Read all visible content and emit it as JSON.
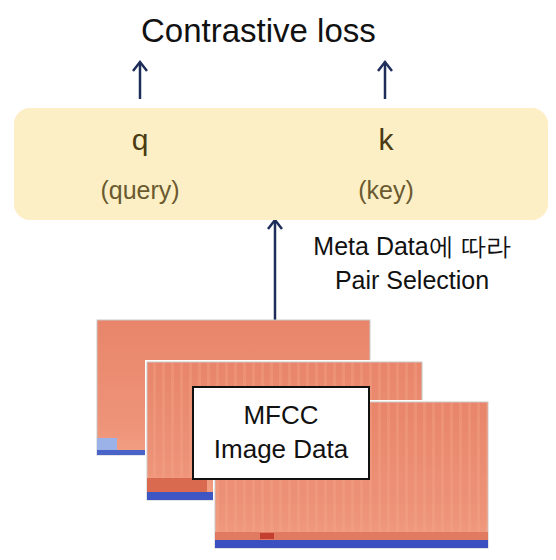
{
  "diagram": {
    "nodes": [
      {
        "text": [
          "Contrastive loss"
        ]
      },
      {
        "text": [
          "q",
          "(query)"
        ]
      },
      {
        "text": [
          "k",
          "(key)"
        ]
      },
      {
        "text": [
          "MFCC Image Data"
        ]
      }
    ],
    "edges": [
      {
        "from": 1,
        "to": 0,
        "arrow": "to"
      },
      {
        "from": 2,
        "to": 0,
        "arrow": "to"
      },
      {
        "from": 3,
        "to": 2,
        "arrow": "to",
        "label": "Meta Data에 따라 Pair Selection"
      }
    ]
  }
}
